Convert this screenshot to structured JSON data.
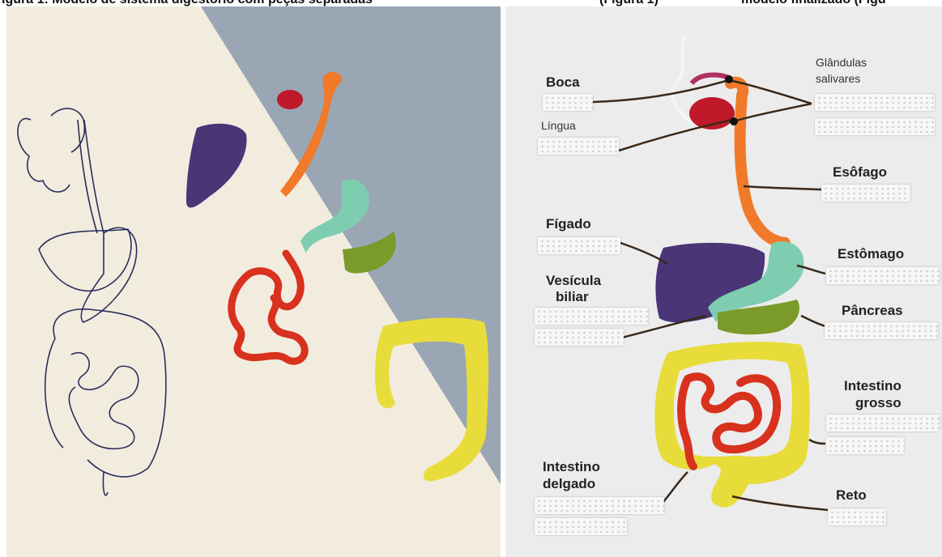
{
  "caption_fragments": {
    "left": "igura 1: Modelo de sistema digestório com peças separadas",
    "middle": "(Figura 1)",
    "right": "modelo finalizado (Figu"
  },
  "right_labels": {
    "boca": "Boca",
    "lingua": "Língua",
    "glandulas_line1": "Glândulas",
    "glandulas_line2": "salivares",
    "esofago": "Esôfago",
    "figado": "Fígado",
    "estomago": "Estômago",
    "vesicula_line1": "Vesícula",
    "vesicula_line2": "biliar",
    "pancreas": "Pâncreas",
    "intestino_grosso_line1": "Intestino",
    "intestino_grosso_line2": "grosso",
    "intestino_delgado_line1": "Intestino",
    "intestino_delgado_line2": "delgado",
    "reto": "Reto"
  },
  "colors": {
    "liver": "#4a3577",
    "stomach": "#7fcdb0",
    "esophagus": "#f07a2a",
    "tongue": "#c0192a",
    "pancreas": "#7a9a2a",
    "large_intestine": "#e8dc3a",
    "small_intestine": "#d8311e",
    "background_table": "#9aa6b4",
    "paper": "#f2ecdf"
  }
}
